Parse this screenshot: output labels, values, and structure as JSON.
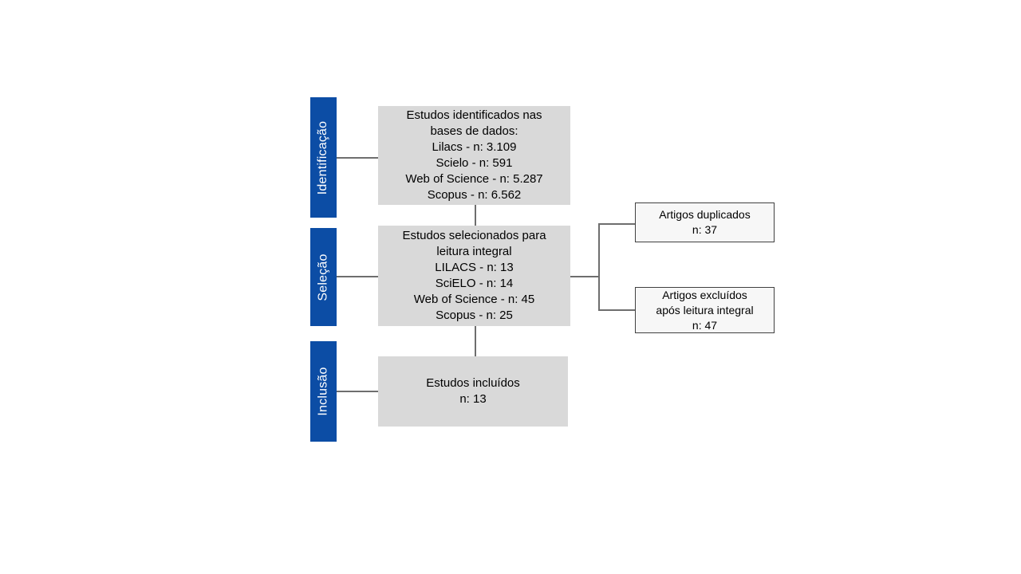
{
  "diagram": {
    "stages": [
      {
        "label": "Identificação"
      },
      {
        "label": "Seleção"
      },
      {
        "label": "Inclusão"
      }
    ],
    "main_boxes": [
      {
        "lines": [
          "Estudos identificados nas",
          "bases de dados:",
          "Lilacs - n: 3.109",
          "Scielo - n: 591",
          "Web of Science - n: 5.287",
          "Scopus - n: 6.562"
        ]
      },
      {
        "lines": [
          "Estudos selecionados para",
          "leitura integral",
          "LILACS - n: 13",
          "SciELO - n: 14",
          "Web of Science - n: 45",
          "Scopus - n: 25"
        ]
      },
      {
        "lines": [
          "Estudos incluídos",
          "n: 13"
        ]
      }
    ],
    "side_boxes": [
      {
        "lines": [
          "Artigos duplicados",
          "n: 37"
        ]
      },
      {
        "lines": [
          "Artigos excluídos",
          "após leitura integral",
          "n: 47"
        ]
      }
    ],
    "colors": {
      "stage_bar": "#0C4DA5",
      "stage_label": "#FFFFFF",
      "main_box_fill": "#D9D9D9",
      "side_box_fill": "#F7F7F7",
      "side_box_border": "#404040",
      "connector": "#6E6E6E",
      "text": "#000000",
      "background": "#FFFFFF"
    }
  }
}
